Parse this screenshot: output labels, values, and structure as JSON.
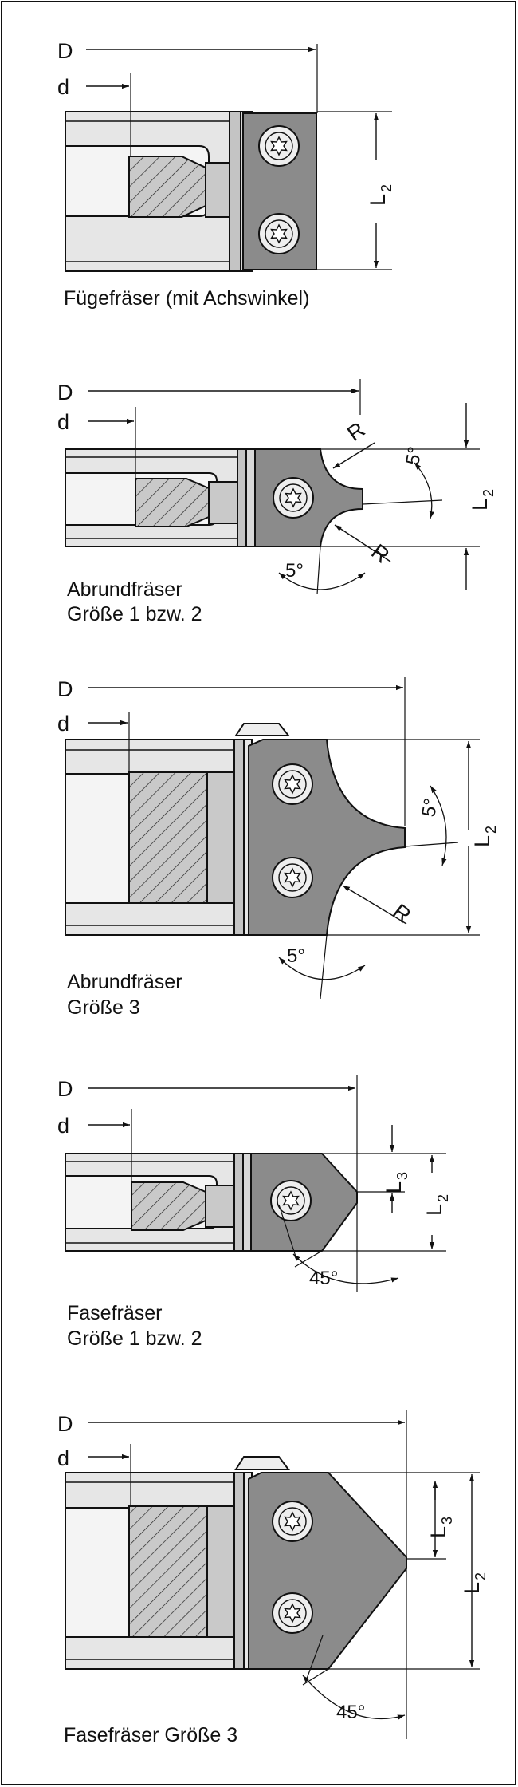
{
  "colors": {
    "body_light": "#e6e6e6",
    "hatch": "#c6c6c6",
    "hub": "#c4c4c4",
    "blade": "#8b8b8b",
    "screw": "#eeeeee",
    "line": "#111111"
  },
  "labels": {
    "D": "D",
    "d": "d",
    "L": "L",
    "L2_sub": "2",
    "L3_sub": "3",
    "R": "R",
    "angle5": "5°",
    "angle45": "45°"
  },
  "captions": {
    "fig1": "Fügefräser (mit Achswinkel)",
    "fig2_line1": "Abrundfräser",
    "fig2_line2": "Größe 1 bzw. 2",
    "fig3_line1": "Abrundfräser",
    "fig3_line2": "Größe 3",
    "fig4_line1": "Fasefräser",
    "fig4_line2": "Größe 1 bzw. 2",
    "fig5": "Fasefräser Größe 3"
  }
}
